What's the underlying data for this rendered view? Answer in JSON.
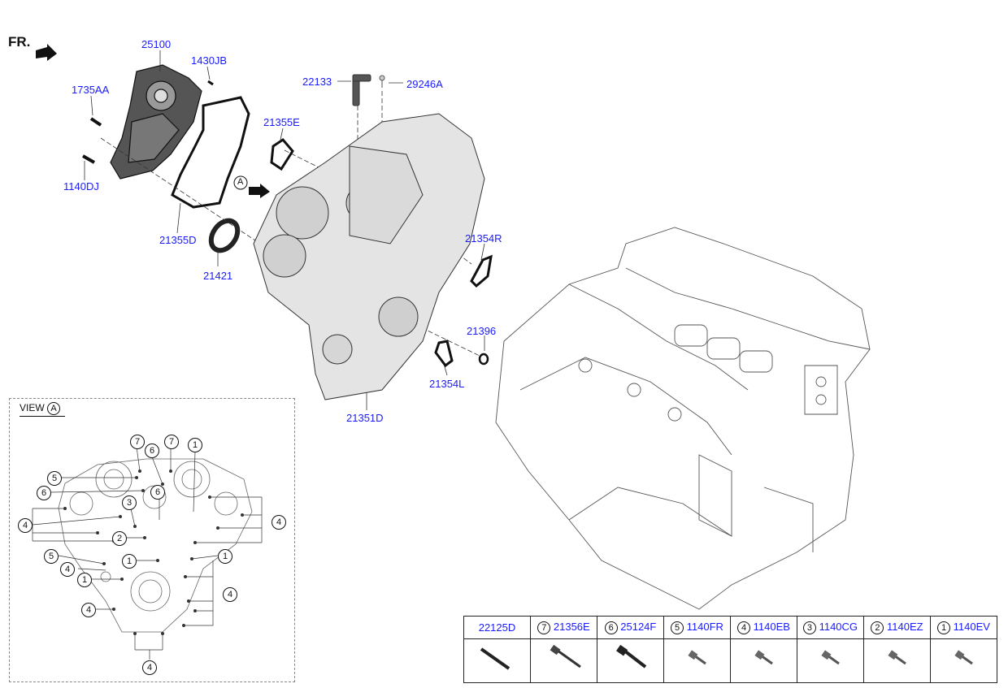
{
  "header": {
    "fr_label": "FR."
  },
  "callouts": {
    "c25100": "25100",
    "c1430JB": "1430JB",
    "c1735AA": "1735AA",
    "c1140DJ": "1140DJ",
    "c21355D": "21355D",
    "c21421": "21421",
    "c22133": "22133",
    "c29246A": "29246A",
    "c21355E": "21355E",
    "c21354R": "21354R",
    "c21396": "21396",
    "c21354L": "21354L",
    "c21351D": "21351D",
    "view_marker": "A"
  },
  "view": {
    "title": "VIEW",
    "marker": "A"
  },
  "view_numbers": [
    "7",
    "6",
    "7",
    "1",
    "5",
    "6",
    "3",
    "6",
    "4",
    "4",
    "2",
    "5",
    "1",
    "1",
    "4",
    "1",
    "4",
    "4",
    "4"
  ],
  "parts_table": {
    "columns": [
      {
        "num": "",
        "part": "22125D"
      },
      {
        "num": "7",
        "part": "21356E"
      },
      {
        "num": "6",
        "part": "25124F"
      },
      {
        "num": "5",
        "part": "1140FR"
      },
      {
        "num": "4",
        "part": "1140EB"
      },
      {
        "num": "3",
        "part": "1140CG"
      },
      {
        "num": "2",
        "part": "1140EZ"
      },
      {
        "num": "1",
        "part": "1140EV"
      }
    ]
  }
}
